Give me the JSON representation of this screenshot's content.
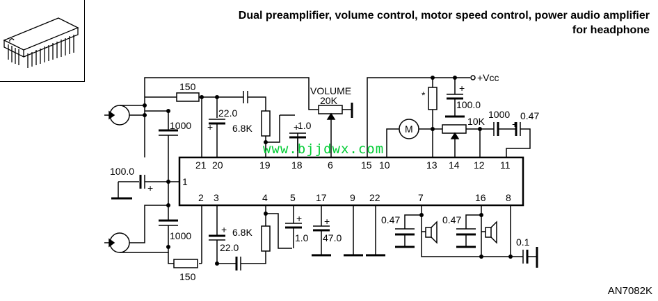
{
  "header": {
    "title_line1": "Dual preamplifier, volume control, motor speed control, power audio amplifier",
    "title_line2": "for headphone"
  },
  "footer": {
    "code": "AN7082K"
  },
  "watermark": "www.bjjdwx.com",
  "schematic": {
    "pins_top": [
      "21",
      "20",
      "19",
      "18",
      "6",
      "15",
      "10",
      "13",
      "14",
      "12",
      "11"
    ],
    "pins_bottom": [
      "2",
      "3",
      "4",
      "5",
      "17",
      "9",
      "22",
      "7",
      "16",
      "8"
    ],
    "pin_left": "1",
    "labels": {
      "r150_top": "150",
      "r150_bottom": "150",
      "volume": "VOLUME",
      "volume_value": "20K",
      "c22_top": "22.0",
      "c22_bottom": "22.0",
      "r68_top": "6.8K",
      "r68_bottom": "6.8K",
      "c10_top": "1.0",
      "c10_bottom": "1.0",
      "c1000_top": "1000",
      "c1000_bottom": "1000",
      "c100_left": "100.0",
      "c47": "47.0",
      "vcc": "+Vcc",
      "star": "*",
      "c100_right": "100.0",
      "motor": "M",
      "r10k": "10K",
      "c1000_right": "1000",
      "c047_top": "0.47",
      "c047_a": "0.47",
      "c047_b": "0.47",
      "c01": "0.1",
      "plus": "+"
    }
  }
}
